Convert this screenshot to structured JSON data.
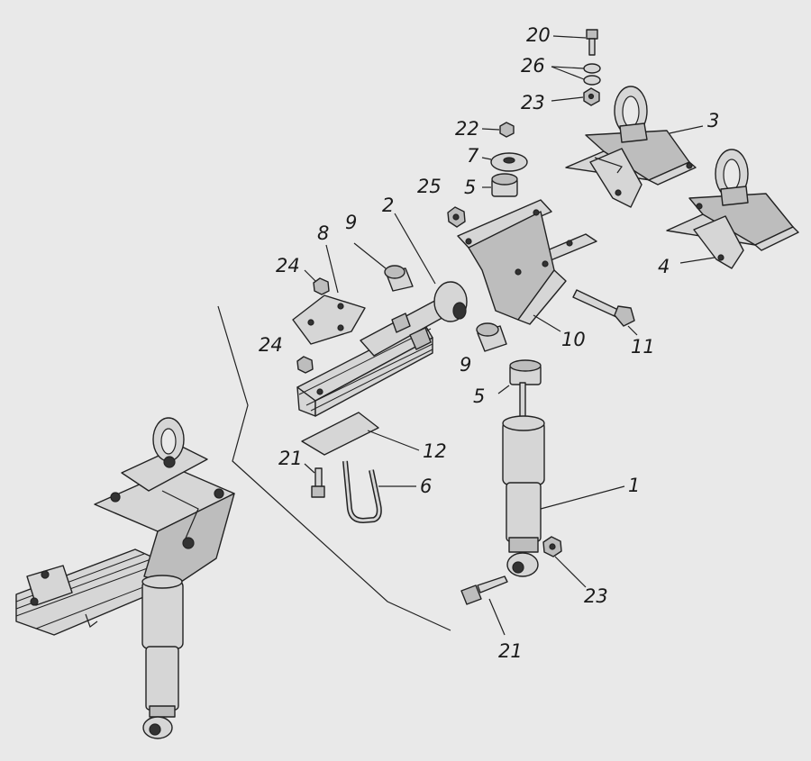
{
  "callouts": {
    "n1": "1",
    "n2": "2",
    "n3": "3",
    "n4": "4",
    "n5a": "5",
    "n5b": "5",
    "n6": "6",
    "n7": "7",
    "n8": "8",
    "n9a": "9",
    "n9b": "9",
    "n10": "10",
    "n11": "11",
    "n12": "12",
    "n20": "20",
    "n21a": "21",
    "n21b": "21",
    "n22": "22",
    "n23a": "23",
    "n23b": "23",
    "n24a": "24",
    "n24b": "24",
    "n25": "25",
    "n26": "26"
  },
  "colors": {
    "background": "#e9e9e9",
    "line": "#222222"
  }
}
